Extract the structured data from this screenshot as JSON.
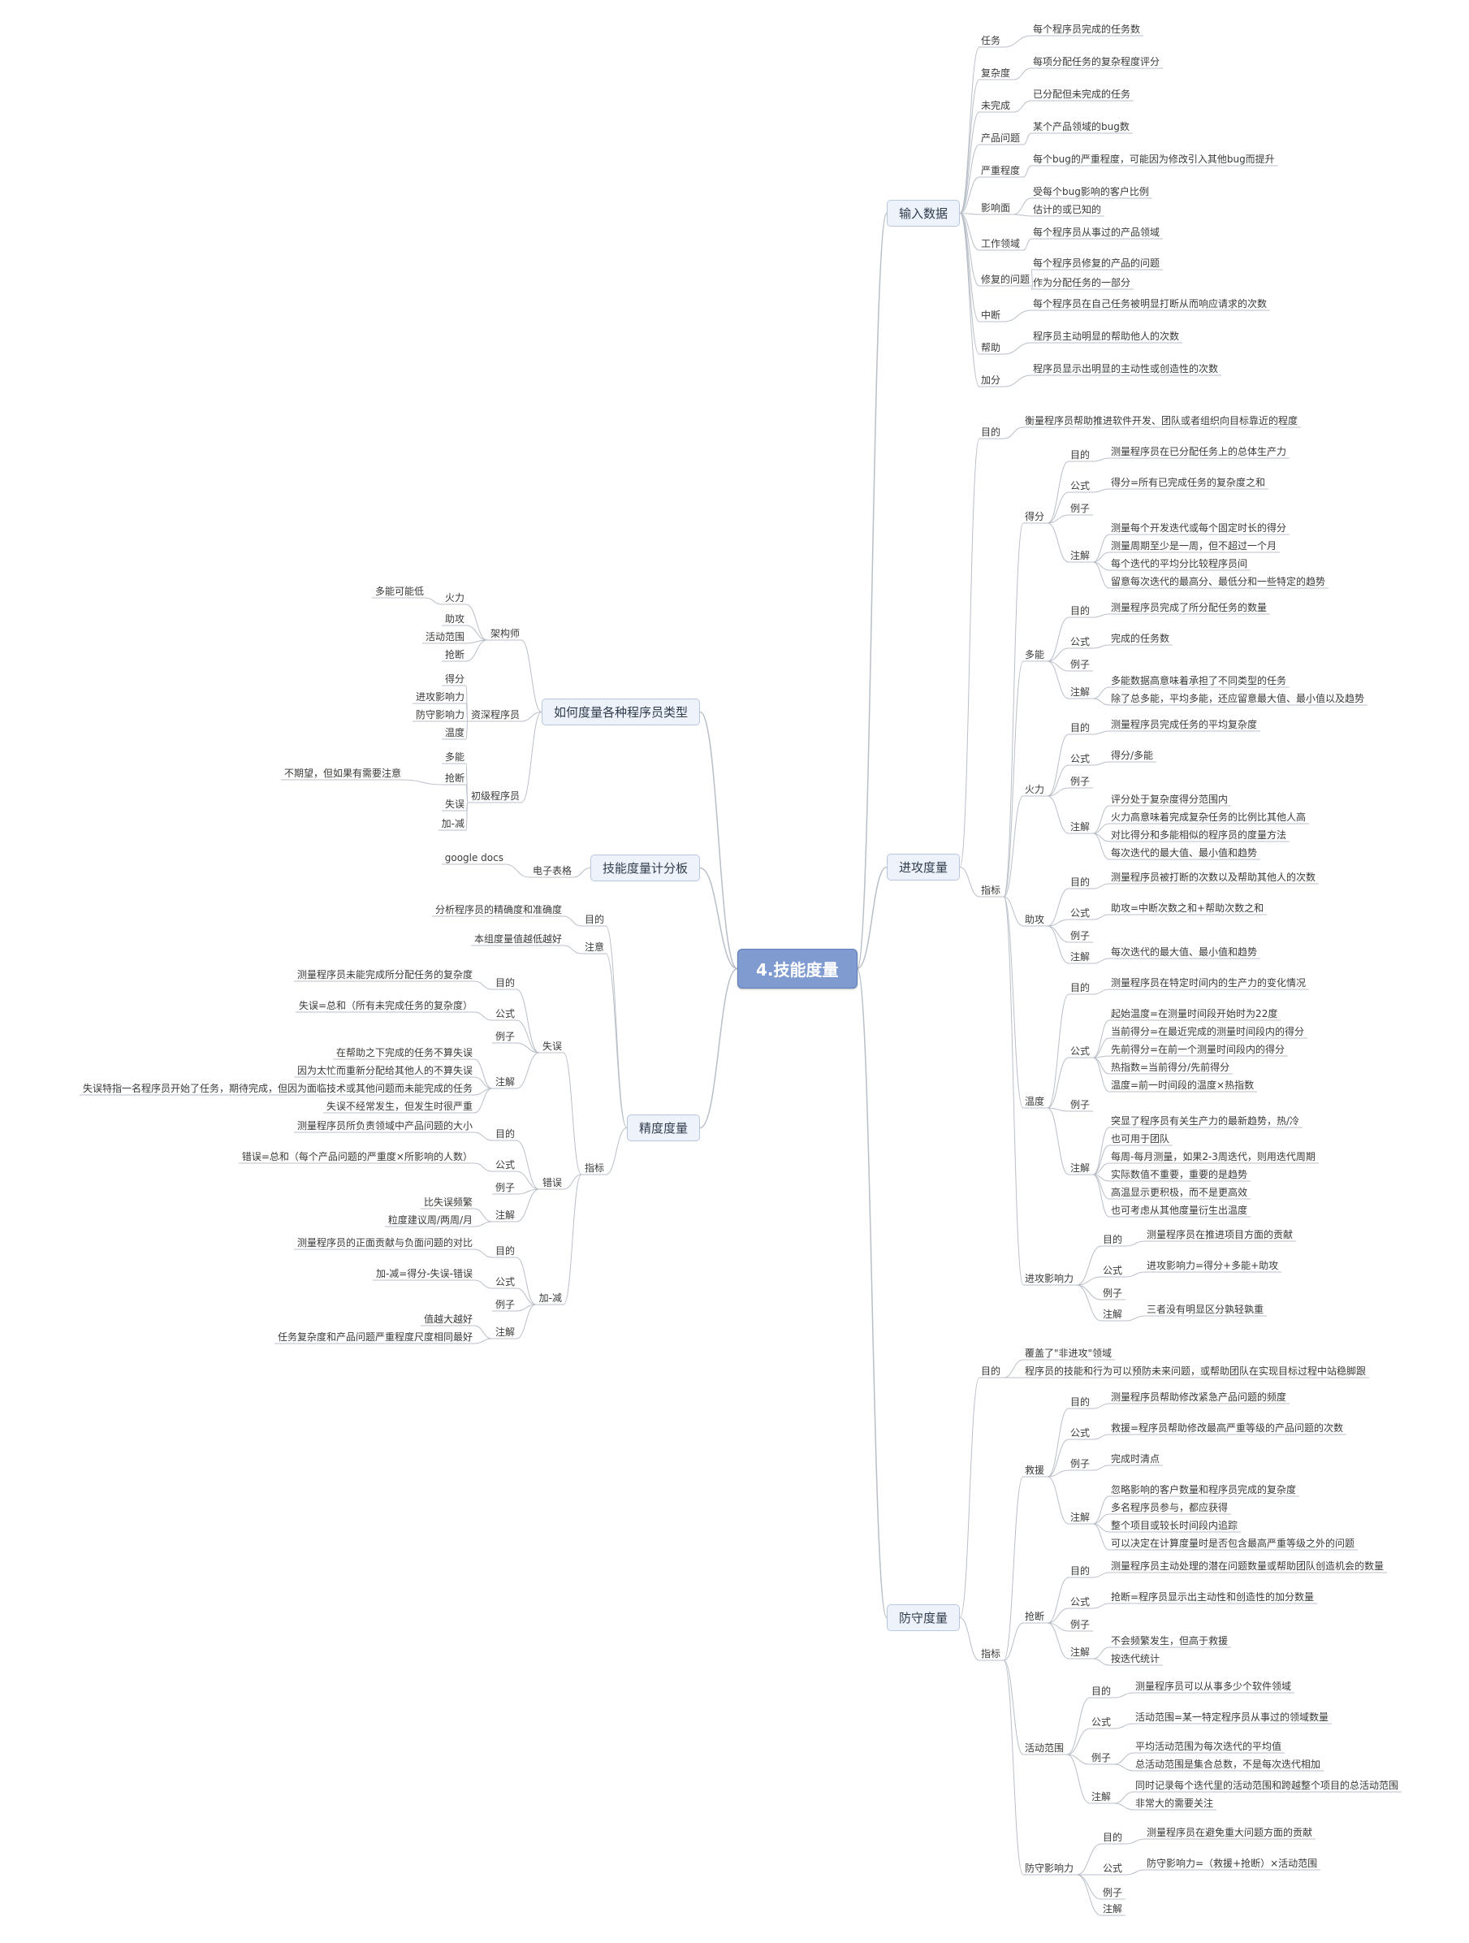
{
  "root": "4.技能度量",
  "branches": {
    "input": {
      "label": "输入数据",
      "items": [
        {
          "k": "任务",
          "v": [
            "每个程序员完成的任务数"
          ]
        },
        {
          "k": "复杂度",
          "v": [
            "每项分配任务的复杂程度评分"
          ]
        },
        {
          "k": "未完成",
          "v": [
            "已分配但未完成的任务"
          ]
        },
        {
          "k": "产品问题",
          "v": [
            "某个产品领域的bug数"
          ]
        },
        {
          "k": "严重程度",
          "v": [
            "每个bug的严重程度，可能因为修改引入其他bug而提升"
          ]
        },
        {
          "k": "影响面",
          "v": [
            "受每个bug影响的客户比例",
            "估计的或已知的"
          ]
        },
        {
          "k": "工作领域",
          "v": [
            "每个程序员从事过的产品领域"
          ]
        },
        {
          "k": "修复的问题",
          "v": [
            "每个程序员修复的产品的问题",
            "作为分配任务的一部分"
          ]
        },
        {
          "k": "中断",
          "v": [
            "每个程序员在自己任务被明显打断从而响应请求的次数"
          ]
        },
        {
          "k": "帮助",
          "v": [
            "程序员主动明显的帮助他人的次数"
          ]
        },
        {
          "k": "加分",
          "v": [
            "程序员显示出明显的主动性或创造性的次数"
          ]
        }
      ]
    },
    "offense": {
      "label": "进攻度量",
      "goal_k": "目的",
      "goal": "衡量程序员帮助推进软件开发、团队或者组织向目标靠近的程度",
      "metrics_k": "指标",
      "defs": {
        "score": {
          "name": "得分",
          "goal": "测量程序员在已分配任务上的总体生产力",
          "formula": "得分=所有已完成任务的复杂度之和",
          "notes": [
            "测量每个开发迭代或每个固定时长的得分",
            "测量周期至少是一周，但不超过一个月",
            "每个迭代的平均分比较程序员间",
            "留意每次迭代的最高分、最低分和一些特定的趋势"
          ]
        },
        "util": {
          "name": "多能",
          "goal": "测量程序员完成了所分配任务的数量",
          "formula": "完成的任务数",
          "notes": [
            "多能数据高意味着承担了不同类型的任务",
            "除了总多能，平均多能，还应留意最大值、最小值以及趋势"
          ]
        },
        "power": {
          "name": "火力",
          "goal": "测量程序员完成任务的平均复杂度",
          "formula": "得分/多能",
          "notes": [
            "评分处于复杂度得分范围内",
            "火力高意味着完成复杂任务的比例比其他人高",
            "对比得分和多能相似的程序员的度量方法",
            "每次迭代的最大值、最小值和趋势"
          ]
        },
        "assist": {
          "name": "助攻",
          "goal": "测量程序员被打断的次数以及帮助其他人的次数",
          "formula": "助攻=中断次数之和+帮助次数之和",
          "notes": [
            "每次迭代的最大值、最小值和趋势"
          ]
        },
        "temp": {
          "name": "温度",
          "goal": "测量程序员在特定时间内的生产力的变化情况",
          "formula": [
            "起始温度=在测量时间段开始时为22度",
            "当前得分=在最近完成的测量时间段内的得分",
            "先前得分=在前一个测量时间段内的得分",
            "热指数=当前得分/先前得分",
            "温度=前一时间段的温度×热指数"
          ],
          "notes": [
            "突显了程序员有关生产力的最新趋势，热/冷",
            "也可用于团队",
            "每周-每月测量，如果2-3周迭代，则用迭代周期",
            "实际数值不重要，重要的是趋势",
            "高温显示更积极，而不是更高效",
            "也可考虑从其他度量衍生出温度"
          ]
        },
        "impact": {
          "name": "进攻影响力",
          "goal": "测量程序员在推进项目方面的贡献",
          "formula": "进攻影响力=得分+多能+助攻",
          "notes": [
            "三者没有明显区分孰轻孰重"
          ]
        }
      }
    },
    "defense": {
      "label": "防守度量",
      "goal_k": "目的",
      "goal": [
        "覆盖了\"非进攻\"领域",
        "程序员的技能和行为可以预防未来问题，或帮助团队在实现目标过程中站稳脚跟"
      ],
      "metrics_k": "指标",
      "defs": {
        "rescue": {
          "name": "救援",
          "goal": "测量程序员帮助修改紧急产品问题的频度",
          "formula": "救援=程序员帮助修改最高严重等级的产品问题的次数",
          "example": "完成时清点",
          "notes": [
            "忽略影响的客户数量和程序员完成的复杂度",
            "多名程序员参与，都应获得",
            "整个项目或较长时间段内追踪",
            "可以决定在计算度量时是否包含最高严重等级之外的问题"
          ]
        },
        "steal": {
          "name": "抢断",
          "goal": "测量程序员主动处理的潜在问题数量或帮助团队创造机会的数量",
          "formula": "抢断=程序员显示出主动性和创造性的加分数量",
          "notes": [
            "不会频繁发生，但高于救援",
            "按迭代统计"
          ]
        },
        "range": {
          "name": "活动范围",
          "goal": "测量程序员可以从事多少个软件领域",
          "formula": "活动范围=某一特定程序员从事过的领域数量",
          "example": [
            "平均活动范围为每次迭代的平均值",
            "总活动范围是集合总数，不是每次迭代相加"
          ],
          "notes": [
            "同时记录每个迭代里的活动范围和跨越整个项目的总活动范围",
            "非常大的需要关注"
          ]
        },
        "impact": {
          "name": "防守影响力",
          "goal": "测量程序员在避免重大问题方面的贡献",
          "formula": "防守影响力=（救援+抢断）×活动范围"
        }
      }
    },
    "types": {
      "label": "如何度量各种程序员类型",
      "architect": {
        "name": "架构师",
        "items": [
          "火力",
          "助攻",
          "活动范围",
          "抢断"
        ],
        "note": "多能可能低"
      },
      "senior": {
        "name": "资深程序员",
        "items": [
          "得分",
          "进攻影响力",
          "防守影响力",
          "温度"
        ]
      },
      "junior": {
        "name": "初级程序员",
        "items": [
          "多能",
          "抢断",
          "失误",
          "加-减"
        ],
        "note": "不期望，但如果有需要注意"
      }
    },
    "sheet": {
      "label": "技能度量计分板",
      "item": "电子表格",
      "sub": "google docs"
    },
    "precision": {
      "label": "精度度量",
      "goal_k": "目的",
      "goal": "分析程序员的精确度和准确度",
      "note_k": "注意",
      "note": "本组度量值越低越好",
      "metrics_k": "指标",
      "defs": {
        "turnover": {
          "name": "失误",
          "goal": "测量程序员未能完成所分配任务的复杂度",
          "formula": "失误=总和（所有未完成任务的复杂度）",
          "notes": [
            "在帮助之下完成的任务不算失误",
            "因为太忙而重新分配给其他人的不算失误",
            "失误特指一名程序员开始了任务，期待完成，但因为面临技术或其他问题而未能完成的任务",
            "失误不经常发生，但发生时很严重"
          ]
        },
        "error": {
          "name": "错误",
          "goal": "测量程序员所负责领域中产品问题的大小",
          "formula": "错误=总和（每个产品问题的严重度×所影响的人数）",
          "notes": [
            "比失误频繁",
            "粒度建议周/两周/月"
          ]
        },
        "plusminus": {
          "name": "加-减",
          "goal": "测量程序员的正面贡献与负面问题的对比",
          "formula": "加-减=得分-失误-错误",
          "notes": [
            "值越大越好",
            "任务复杂度和产品问题严重程度尺度相同最好"
          ]
        }
      }
    },
    "labels": {
      "goal": "目的",
      "formula": "公式",
      "example": "例子",
      "note": "注解"
    }
  },
  "style": {
    "link_color": "#b9bfc8",
    "root_fill": "#7f9bd0",
    "branch_fill": "#eef3fb"
  }
}
